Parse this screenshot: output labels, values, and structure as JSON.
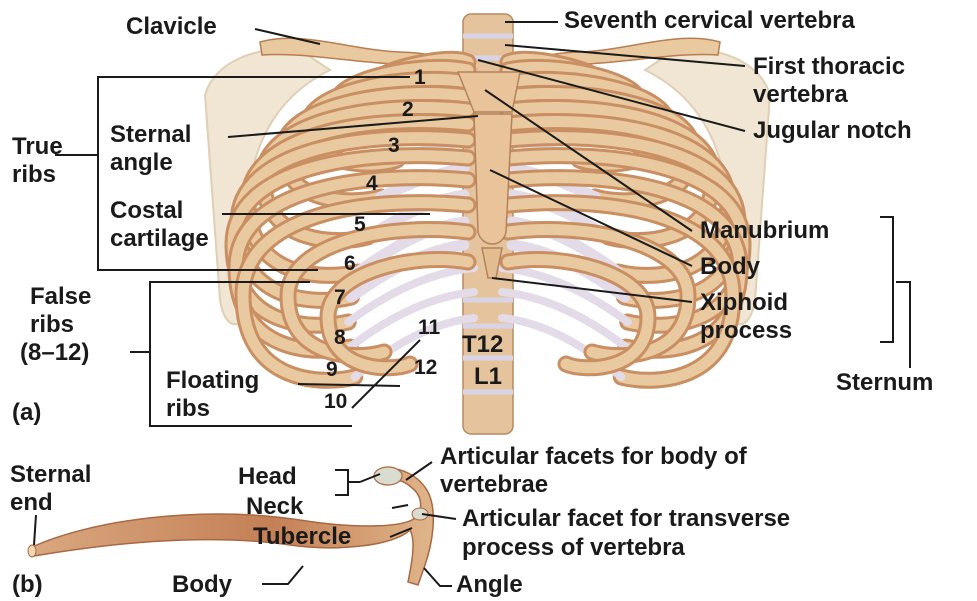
{
  "panel_a": {
    "tag": "(a)",
    "labels": {
      "clavicle": "Clavicle",
      "seventh_cervical": "Seventh cervical vertebra",
      "first_thoracic_1": "First thoracic",
      "first_thoracic_2": "vertebra",
      "jugular_notch": "Jugular notch",
      "true_ribs_1": "True",
      "true_ribs_2": "ribs",
      "sternal_angle_1": "Sternal",
      "sternal_angle_2": "angle",
      "costal_cartilage_1": "Costal",
      "costal_cartilage_2": "cartilage",
      "false_ribs_1": "False",
      "false_ribs_2": "ribs",
      "false_ribs_3": "(8–12)",
      "floating_ribs_1": "Floating",
      "floating_ribs_2": "ribs",
      "manubrium": "Manubrium",
      "body": "Body",
      "xiphoid_1": "Xiphoid",
      "xiphoid_2": "process",
      "sternum": "Sternum",
      "t12": "T12",
      "l1": "L1"
    },
    "rib_numbers": [
      "1",
      "2",
      "3",
      "4",
      "5",
      "6",
      "7",
      "8",
      "9",
      "10",
      "11",
      "12"
    ]
  },
  "panel_b": {
    "tag": "(b)",
    "labels": {
      "sternal_end_1": "Sternal",
      "sternal_end_2": "end",
      "head": "Head",
      "neck": "Neck",
      "tubercle": "Tubercle",
      "body": "Body",
      "angle": "Angle",
      "facets_body_1": "Articular facets for body of",
      "facets_body_2": "vertebrae",
      "facet_transverse_1": "Articular facet for transverse",
      "facet_transverse_2": "process of vertebra"
    }
  },
  "colors": {
    "bone": "#e9c9a0",
    "bone_shadow": "#c98f62",
    "cartilage": "#e3dbe8",
    "shoulder": "#f1e6d3",
    "leader": "#1a1a1a"
  }
}
